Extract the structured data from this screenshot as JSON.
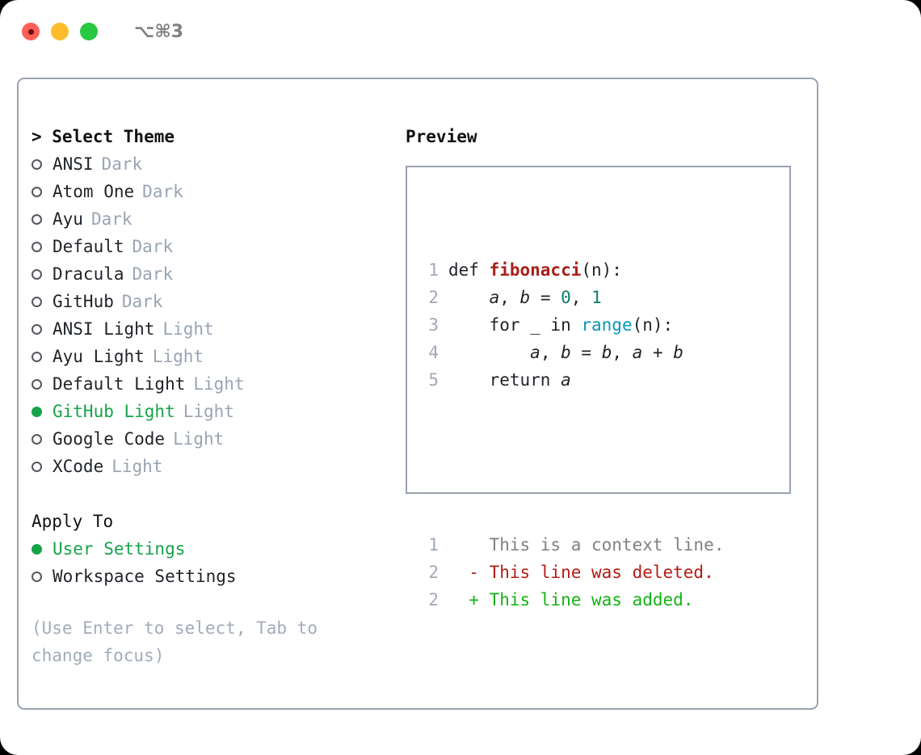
{
  "titlebar": {
    "shortcut": "⌥⌘3",
    "lights": [
      {
        "name": "close",
        "color": "#ff5f57",
        "focused": true
      },
      {
        "name": "minimize",
        "color": "#ffbd2e",
        "focused": false
      },
      {
        "name": "zoom",
        "color": "#28c840",
        "focused": false
      }
    ]
  },
  "colors": {
    "accent_green": "#16a34a",
    "muted": "#9aa4b2",
    "border": "#9aa3b2",
    "diff_add": "#15b215",
    "diff_del": "#b31d15",
    "func": "#a8201a",
    "builtin": "#0598bc",
    "number": "#0f7c6c"
  },
  "left": {
    "title": "> Select Theme",
    "themes": [
      {
        "marker": "○",
        "label": "ANSI",
        "tag": "Dark",
        "selected": false
      },
      {
        "marker": "○",
        "label": "Atom One",
        "tag": "Dark",
        "selected": false
      },
      {
        "marker": "○",
        "label": "Ayu",
        "tag": "Dark",
        "selected": false
      },
      {
        "marker": "○",
        "label": "Default",
        "tag": "Dark",
        "selected": false
      },
      {
        "marker": "○",
        "label": "Dracula",
        "tag": "Dark",
        "selected": false
      },
      {
        "marker": "○",
        "label": "GitHub",
        "tag": "Dark",
        "selected": false
      },
      {
        "marker": "○",
        "label": "ANSI Light",
        "tag": "Light",
        "selected": false
      },
      {
        "marker": "○",
        "label": "Ayu Light",
        "tag": "Light",
        "selected": false
      },
      {
        "marker": "○",
        "label": "Default Light",
        "tag": "Light",
        "selected": false
      },
      {
        "marker": "●",
        "label": "GitHub Light",
        "tag": "Light",
        "selected": true
      },
      {
        "marker": "○",
        "label": "Google Code",
        "tag": "Light",
        "selected": false
      },
      {
        "marker": "○",
        "label": "XCode",
        "tag": "Light",
        "selected": false
      }
    ],
    "apply_to_title": "Apply To",
    "apply_to": [
      {
        "marker": "●",
        "label": "User Settings",
        "selected": true
      },
      {
        "marker": "○",
        "label": "Workspace Settings",
        "selected": false
      }
    ],
    "hint": "(Use Enter to select, Tab to change focus)"
  },
  "right": {
    "title": "Preview",
    "code_lines": [
      {
        "num": "1",
        "tokens": [
          {
            "t": "def ",
            "c": "kw"
          },
          {
            "t": "fibonacci",
            "c": "fn"
          },
          {
            "t": "(n):",
            "c": "plain"
          }
        ]
      },
      {
        "num": "2",
        "tokens": [
          {
            "t": "    ",
            "c": "plain"
          },
          {
            "t": "a",
            "c": "var"
          },
          {
            "t": ", ",
            "c": "plain"
          },
          {
            "t": "b",
            "c": "var"
          },
          {
            "t": " = ",
            "c": "plain"
          },
          {
            "t": "0",
            "c": "num"
          },
          {
            "t": ", ",
            "c": "plain"
          },
          {
            "t": "1",
            "c": "num"
          }
        ]
      },
      {
        "num": "3",
        "tokens": [
          {
            "t": "    for _ in ",
            "c": "kw"
          },
          {
            "t": "range",
            "c": "bi"
          },
          {
            "t": "(n):",
            "c": "plain"
          }
        ]
      },
      {
        "num": "4",
        "tokens": [
          {
            "t": "        ",
            "c": "plain"
          },
          {
            "t": "a",
            "c": "var"
          },
          {
            "t": ", ",
            "c": "plain"
          },
          {
            "t": "b",
            "c": "var"
          },
          {
            "t": " = ",
            "c": "plain"
          },
          {
            "t": "b",
            "c": "var"
          },
          {
            "t": ", ",
            "c": "plain"
          },
          {
            "t": "a",
            "c": "var"
          },
          {
            "t": " + ",
            "c": "plain"
          },
          {
            "t": "b",
            "c": "var"
          }
        ]
      },
      {
        "num": "5",
        "tokens": [
          {
            "t": "    return ",
            "c": "kw"
          },
          {
            "t": "a",
            "c": "var"
          }
        ]
      }
    ],
    "diff_lines": [
      {
        "num": "1",
        "sign": " ",
        "text": "This is a context line.",
        "kind": "ctx"
      },
      {
        "num": "2",
        "sign": "-",
        "text": "This line was deleted.",
        "kind": "del"
      },
      {
        "num": "2",
        "sign": "+",
        "text": "This line was added.",
        "kind": "add"
      }
    ]
  }
}
